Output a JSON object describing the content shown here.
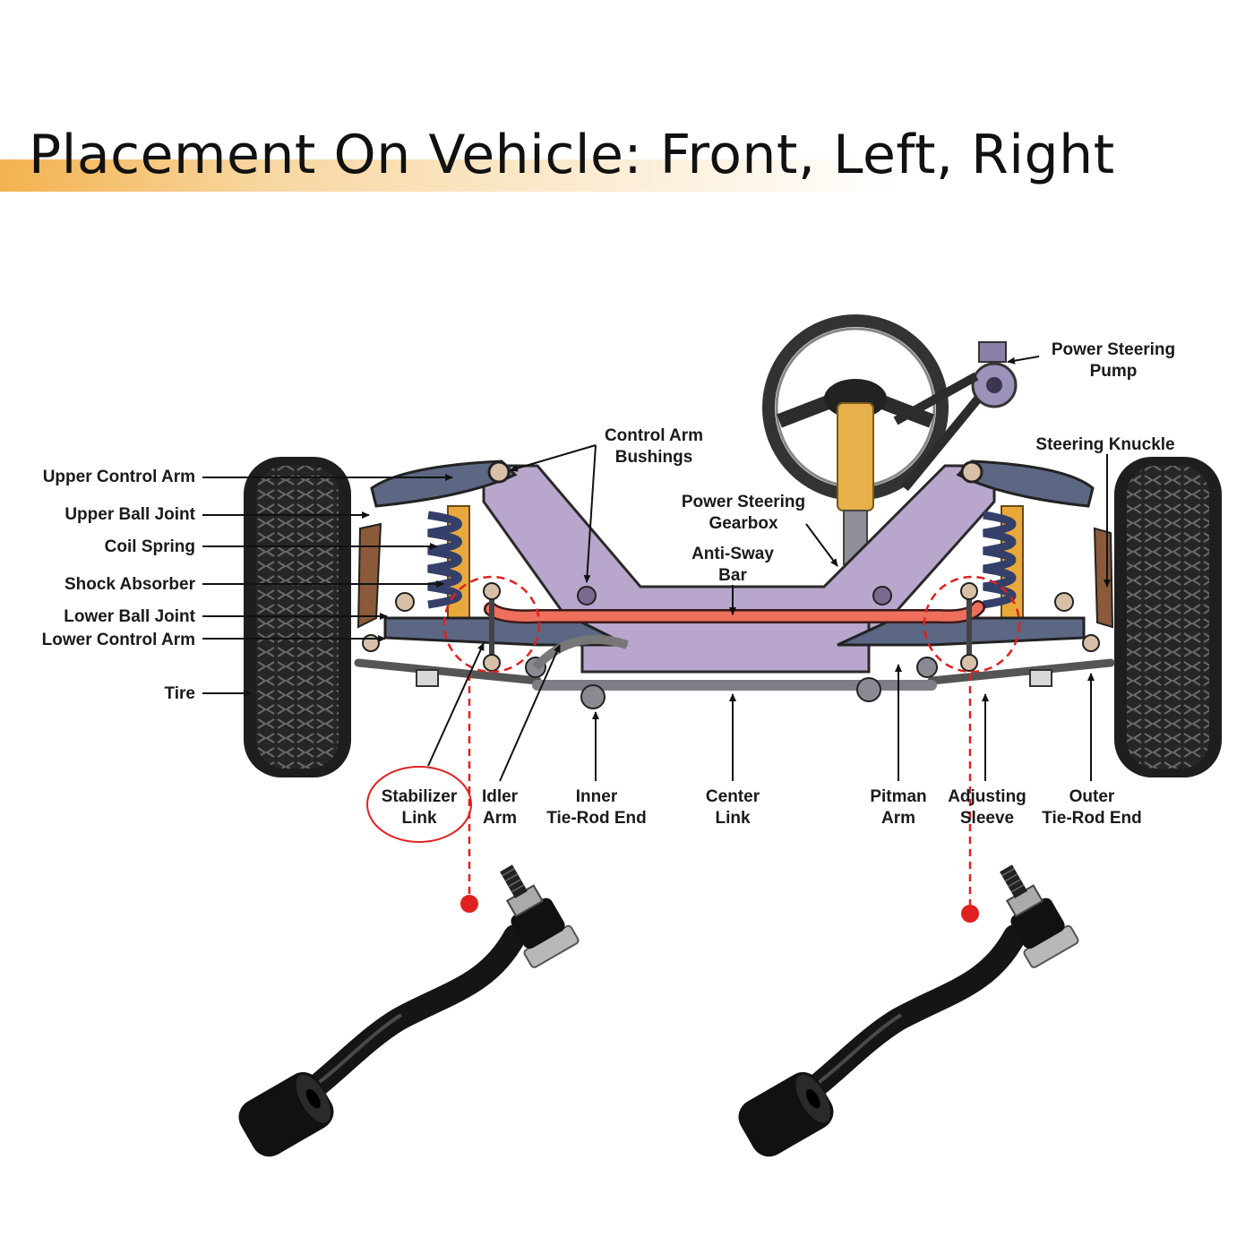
{
  "header": {
    "title": "Placement On Vehicle: Front, Left, Right"
  },
  "diagram": {
    "left_labels": {
      "upper_control_arm": "Upper Control Arm",
      "upper_ball_joint": "Upper Ball Joint",
      "coil_spring": "Coil Spring",
      "shock_absorber": "Shock Absorber",
      "lower_ball_joint": "Lower Ball Joint",
      "lower_control_arm": "Lower Control Arm",
      "tire": "Tire"
    },
    "top_labels": {
      "control_arm_bushings_1": "Control Arm",
      "control_arm_bushings_2": "Bushings",
      "power_steering_gearbox_1": "Power Steering",
      "power_steering_gearbox_2": "Gearbox",
      "anti_sway_bar_1": "Anti-Sway",
      "anti_sway_bar_2": "Bar",
      "power_steering_pump_1": "Power Steering",
      "power_steering_pump_2": "Pump",
      "steering_knuckle": "Steering Knuckle"
    },
    "bottom_labels": {
      "stabilizer_link_1": "Stabilizer",
      "stabilizer_link_2": "Link",
      "idler_arm_1": "Idler",
      "idler_arm_2": "Arm",
      "inner_tie_rod_end_1": "Inner",
      "inner_tie_rod_end_2": "Tie-Rod End",
      "center_link_1": "Center",
      "center_link_2": "Link",
      "pitman_arm_1": "Pitman",
      "pitman_arm_2": "Arm",
      "adjusting_sleeve_1": "Adjusting",
      "adjusting_sleeve_2": "Sleeve",
      "outer_tie_rod_end_1": "Outer",
      "outer_tie_rod_end_2": "Tie-Rod End"
    },
    "colors": {
      "highlight": "#e02020",
      "frame": "#b8a6cc",
      "anti_sway_bar": "#ee6f5c",
      "tire": "#1e1e1e",
      "spring": "#34406a",
      "shock": "#e8a93c"
    }
  },
  "products": {
    "count": 2,
    "description_icon": "stabilizer-link-part-icon"
  }
}
